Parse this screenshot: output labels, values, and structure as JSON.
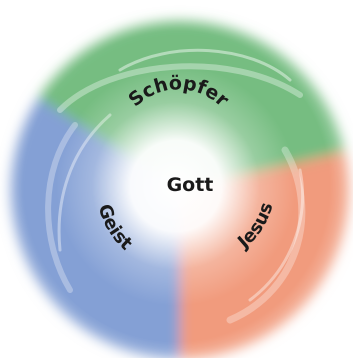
{
  "center": {
    "label": "Gott"
  },
  "segments": [
    {
      "label": "Schöpfer",
      "color": "#5db26b"
    },
    {
      "label": "Jesus",
      "color": "#ee8a66"
    },
    {
      "label": "Geist",
      "color": "#6f8fce"
    }
  ]
}
